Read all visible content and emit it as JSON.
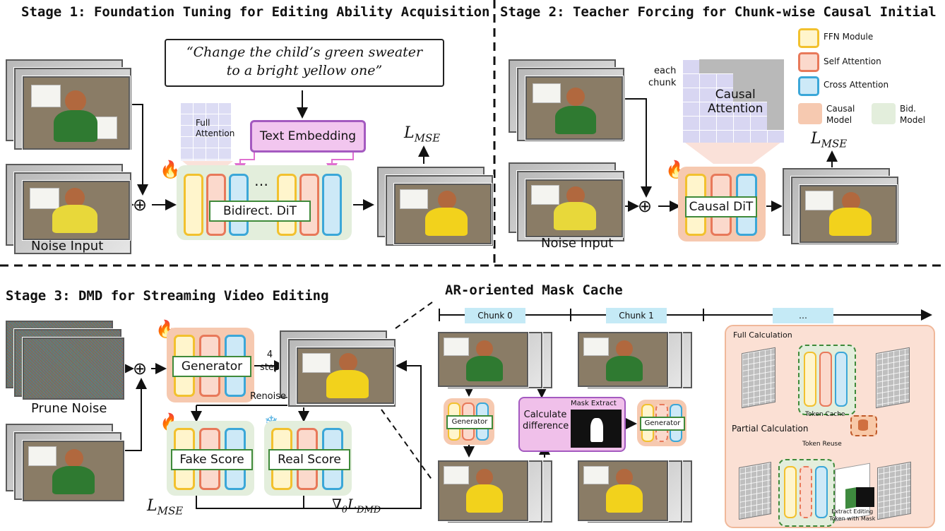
{
  "stage1": {
    "title": "Stage 1: Foundation Tuning for Editing Ability Acquisition",
    "prompt_line1": "“Change the child’s green sweater",
    "prompt_line2": "to a bright yellow one”",
    "full_attention": "Full\nAttention",
    "text_embedding": "Text Embedding",
    "dit": "Bidirect. DiT",
    "loss": "L",
    "loss_sub": "MSE",
    "noise_input": "Noise Input",
    "ellipsis": "…"
  },
  "stage2": {
    "title": "Stage 2: Teacher Forcing for Chunk-wise Causal Initial",
    "each_chunk": "each\nchunk",
    "causal_attention": "Causal\nAttention",
    "dit": "Causal DiT",
    "loss": "L",
    "loss_sub": "MSE",
    "noise_input": "Noise Input"
  },
  "legend": {
    "ffn": "FFN Module",
    "sa": "Self Attention",
    "ca": "Cross Attention",
    "causal": "Causal\nModel",
    "bid": "Bid.\nModel"
  },
  "stage3": {
    "title": "Stage 3: DMD for Streaming Video Editing",
    "generator": "Generator",
    "step": "4\nstep",
    "renoise": "Renoise",
    "fake": "Fake Score",
    "real": "Real Score",
    "prune": "Prune Noise",
    "loss": "L",
    "loss_sub": "MSE",
    "grad": "∇",
    "grad_sub": "θ",
    "grad_L": "L",
    "grad_L_sub": "DMD"
  },
  "cache": {
    "title": "AR-oriented Mask Cache",
    "chunk0": "Chunk 0",
    "chunk1": "Chunk 1",
    "chunk_more": "…",
    "generator": "Generator",
    "calc_diff": "Calculate\ndifference",
    "mask_extract": "Mask Extract",
    "full_calc": "Full Calculation",
    "token_cache": "Token Cache",
    "partial_calc": "Partial Calculation",
    "token_reuse": "Token Reuse",
    "extract": "Extract Editing\nToken with Mask"
  },
  "colors": {
    "green_panel": "#e3eedc",
    "salmon_panel": "#f6c9b0",
    "pink_panel": "#f0c0ea",
    "accent_yellow": "#f2c12e",
    "accent_red": "#e8795a",
    "accent_blue": "#3ba7d8"
  }
}
